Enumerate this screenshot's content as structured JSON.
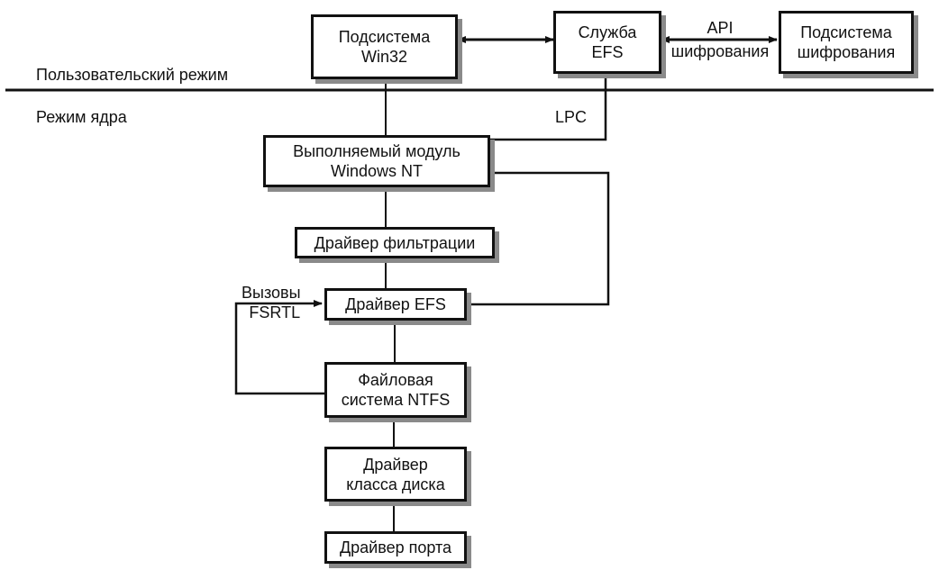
{
  "zones": {
    "user_mode": "Пользовательский режим",
    "kernel_mode": "Режим ядра"
  },
  "boxes": {
    "win32": [
      "Подсистема",
      "Win32"
    ],
    "efs_service": [
      "Служба",
      "EFS"
    ],
    "crypto_subsystem": [
      "Подсистема",
      "шифрования"
    ],
    "executive": [
      "Выполняемый модуль",
      "Windows NT"
    ],
    "filter_driver": [
      "Драйвер фильтрации"
    ],
    "efs_driver": [
      "Драйвер EFS"
    ],
    "ntfs": [
      "Файловая",
      "система NTFS"
    ],
    "disk_class_driver": [
      "Драйвер",
      "класса диска"
    ],
    "port_driver": [
      "Драйвер порта"
    ]
  },
  "labels": {
    "crypto_api": [
      "API",
      "шифрования"
    ],
    "lpc": "LPC",
    "fsrtl_calls": [
      "Вызовы",
      "FSRTL"
    ]
  }
}
